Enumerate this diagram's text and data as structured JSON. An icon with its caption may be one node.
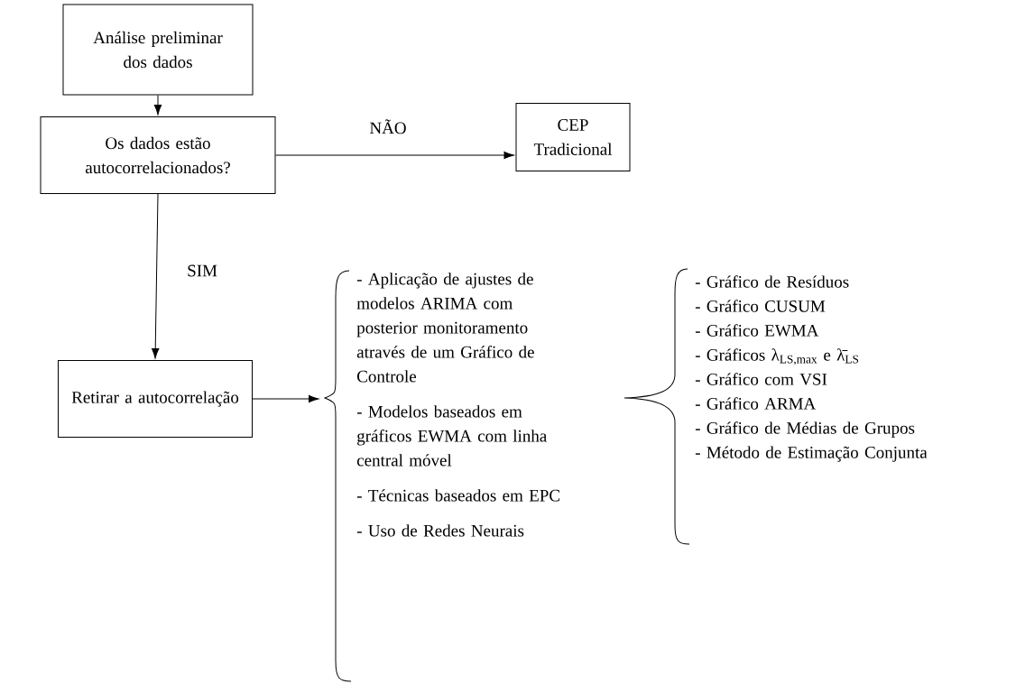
{
  "diagram": {
    "nodes": [
      {
        "text": [
          "Análise preliminar dos dados"
        ]
      },
      {
        "text": [
          "Os dados estão autocorrelacionados?"
        ]
      },
      {
        "text": [
          "CEP Tradicional"
        ]
      },
      {
        "text": [
          "Retirar a autocorrelação"
        ]
      },
      {
        "text": [
          "- Aplicação de ajustes de modelos ARIMA com posterior monitoramento através de um Gráfico de Controle",
          "- Modelos baseados em gráficos EWMA com linha central móvel",
          "- Técnicas baseados em EPC",
          "- Uso de Redes Neurais"
        ]
      },
      {
        "text": [
          "- Gráfico de Resíduos",
          "- Gráfico CUSUM",
          "- Gráfico EWMA",
          "- Gráficos λ$_{LS,max}$ e λ̄$_{LS}$",
          "- Gráfico com VSI",
          "- Gráfico ARMA",
          "- Gráfico de Médias de Grupos",
          "- Método de Estimação Conjunta"
        ]
      }
    ],
    "edges": [
      {
        "from": 0,
        "to": 1,
        "arrow": "to"
      },
      {
        "from": 1,
        "to": 2,
        "arrow": "to",
        "label": "NÃO"
      },
      {
        "from": 1,
        "to": 3,
        "arrow": "to",
        "label": "SIM"
      },
      {
        "from": 3,
        "to": 4,
        "arrow": "to"
      }
    ]
  }
}
